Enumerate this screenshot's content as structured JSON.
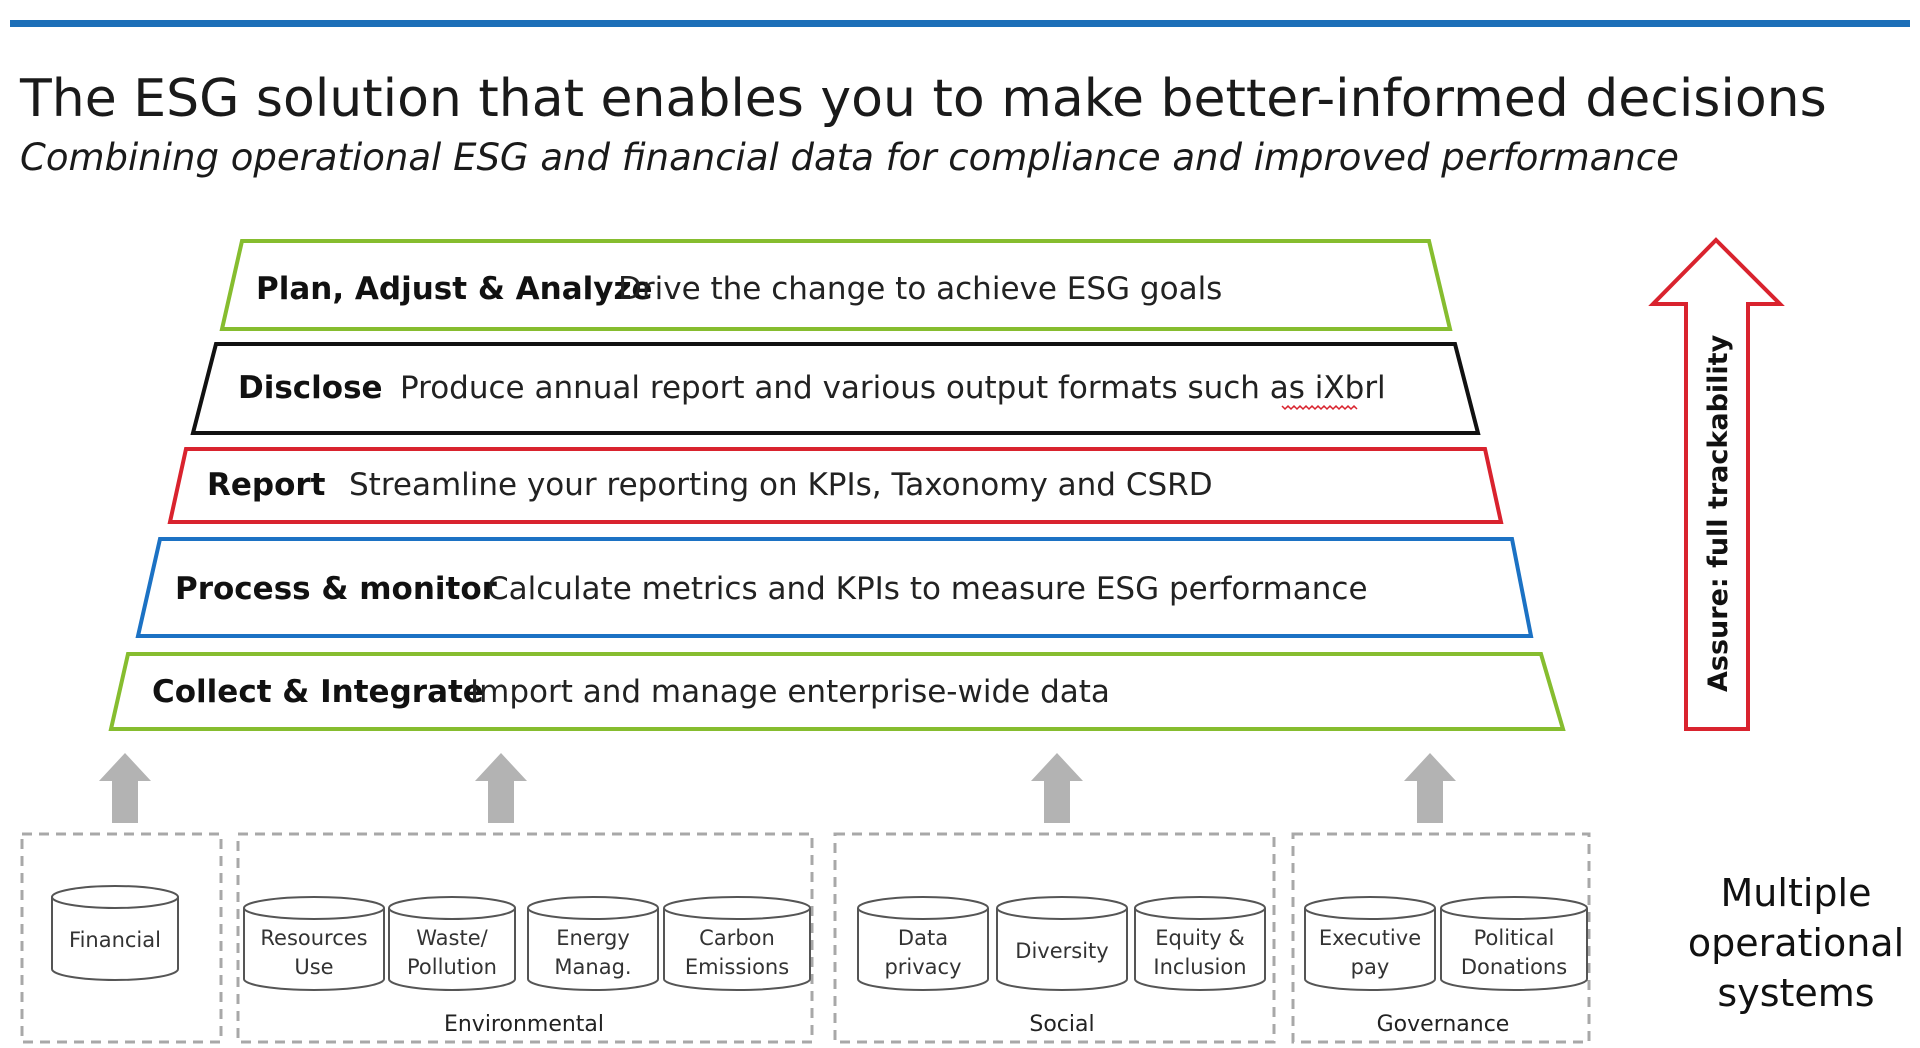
{
  "header": {
    "title": "The ESG solution that enables you to make better-informed decisions",
    "subtitle": "Combining operational ESG and financial data for compliance and improved performance"
  },
  "colors": {
    "top_rule": "#1c6fb8",
    "green": "#86bd2f",
    "black": "#111111",
    "red": "#d9232e",
    "blue": "#1c72c4",
    "gray_arrow": "#b3b3b3",
    "dashed_border": "#a8a8a8"
  },
  "pyramid": {
    "layers": [
      {
        "name": "Plan, Adjust & Analyze",
        "description": "Drive the change to achieve ESG goals",
        "color": "#86bd2f"
      },
      {
        "name": "Disclose",
        "description": "Produce annual report and various output formats such as iXbrl",
        "color": "#111111"
      },
      {
        "name": "Report",
        "description": "Streamline your reporting on KPIs, Taxonomy and CSRD",
        "color": "#d9232e"
      },
      {
        "name": "Process & monitor",
        "description": "Calculate metrics and KPIs to measure ESG performance",
        "color": "#1c72c4"
      },
      {
        "name": "Collect & Integrate",
        "description": "Import and manage enterprise-wide data",
        "color": "#86bd2f"
      }
    ]
  },
  "assure": {
    "label": "Assure: full trackability"
  },
  "sources": {
    "financial": {
      "line1": "Financial"
    },
    "environmental": {
      "label": "Environmental",
      "items": [
        {
          "line1": "Resources",
          "line2": "Use"
        },
        {
          "line1": "Waste/",
          "line2": "Pollution"
        },
        {
          "line1": "Energy",
          "line2": "Manag."
        },
        {
          "line1": "Carbon",
          "line2": "Emissions"
        }
      ]
    },
    "social": {
      "label": "Social",
      "items": [
        {
          "line1": "Data",
          "line2": "privacy"
        },
        {
          "line1": "Diversity",
          "line2": ""
        },
        {
          "line1": "Equity &",
          "line2": "Inclusion"
        }
      ]
    },
    "governance": {
      "label": "Governance",
      "items": [
        {
          "line1": "Executive",
          "line2": "pay"
        },
        {
          "line1": "Political",
          "line2": "Donations"
        }
      ]
    }
  },
  "side_note": {
    "line1": "Multiple",
    "line2": "operational",
    "line3": "systems"
  }
}
